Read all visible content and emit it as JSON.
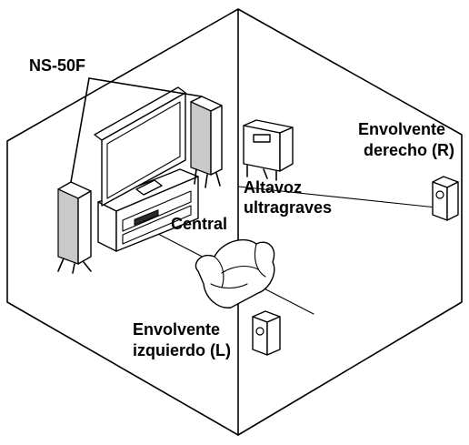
{
  "labels": {
    "front_speakers": "NS-50F",
    "center": "Central",
    "subwoofer_line1": "Altavoz",
    "subwoofer_line2": "ultragraves",
    "surround_right_line1": "Envolvente",
    "surround_right_line2": "derecho (R)",
    "surround_left_line1": "Envolvente",
    "surround_left_line2": "izquierdo (L)"
  },
  "colors": {
    "line": "#000000",
    "speaker_fill": "#c9c9c9",
    "background": "#ffffff"
  }
}
